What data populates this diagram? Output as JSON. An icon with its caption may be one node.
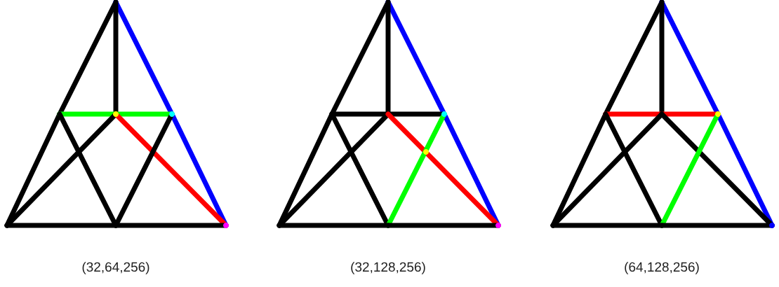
{
  "diagram": {
    "labels": [
      "(32,64,256)",
      "(32,128,256)",
      "(64,128,256)"
    ]
  }
}
